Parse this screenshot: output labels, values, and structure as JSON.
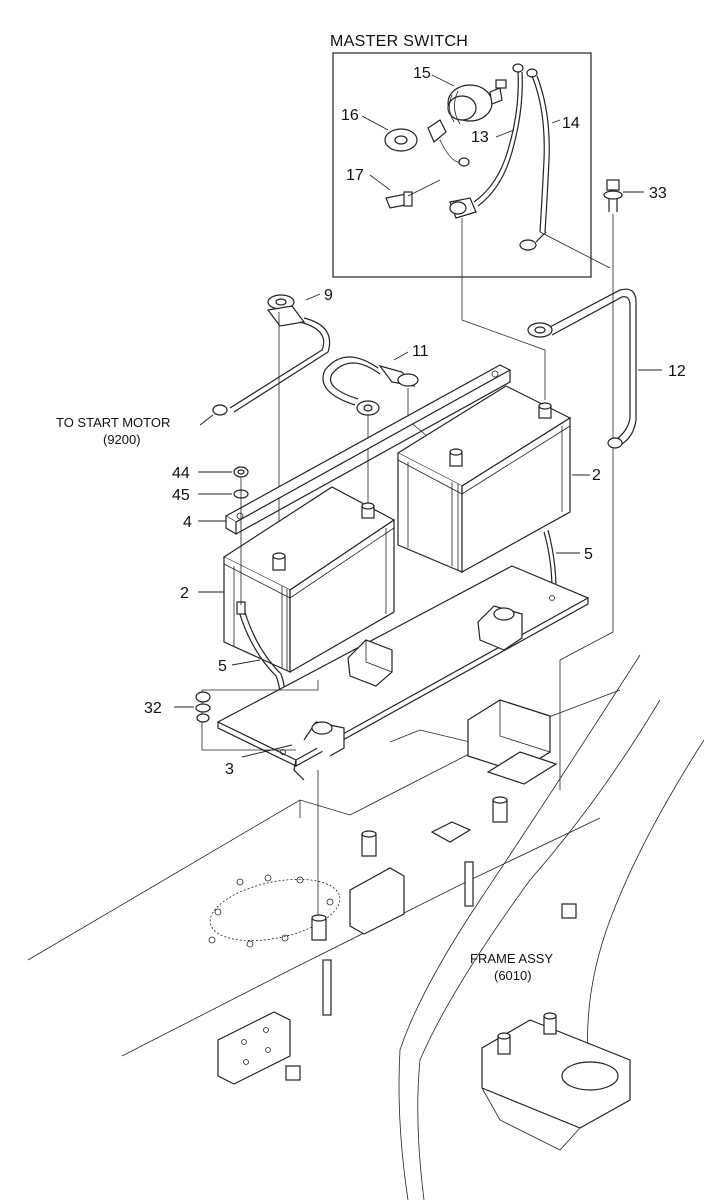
{
  "title": "MASTER SWITCH",
  "labels": {
    "to_start_motor": "TO START MOTOR",
    "to_start_motor_ref": "(9200)",
    "frame_assy": "FRAME ASSY",
    "frame_assy_ref": "(6010)"
  },
  "parts": {
    "p15": "15",
    "p16": "16",
    "p13": "13",
    "p14": "14",
    "p17": "17",
    "p33": "33",
    "p9": "9",
    "p11": "11",
    "p12": "12",
    "p44": "44",
    "p45": "45",
    "p4": "4",
    "p2_right": "2",
    "p2_left": "2",
    "p5_right": "5",
    "p5_left": "5",
    "p32": "32",
    "p3": "3"
  }
}
